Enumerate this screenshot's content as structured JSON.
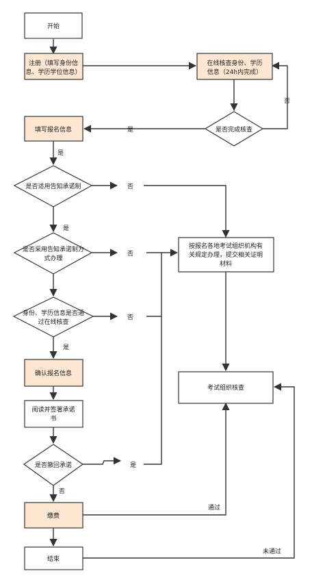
{
  "colors": {
    "highlight_fill": "#fde6d2",
    "plain_fill": "#ffffff",
    "stroke": "#333333"
  },
  "nodes": {
    "start": {
      "label": "开始",
      "highlight": false
    },
    "register": {
      "lines": [
        "注册（填写身份信",
        "息、学历学位信息）"
      ],
      "highlight": true
    },
    "online_check": {
      "lines": [
        "在线核查身份、学历",
        "信息（24h内完成）"
      ],
      "highlight": true
    },
    "check_done": {
      "label": "是否完成核查"
    },
    "fill_info": {
      "label": "填写报名信息",
      "highlight": true
    },
    "applicable": {
      "label": "是否适用告知承诺制"
    },
    "adopt": {
      "lines": [
        "是否采用告知承诺制方",
        "式办理"
      ]
    },
    "id_pass": {
      "lines": [
        "身份、学历信息是否通",
        "过在线核查"
      ]
    },
    "submit_docs": {
      "lines": [
        "按报名各地考试组织机构有",
        "关规定办理，提交相关证明",
        "材料"
      ]
    },
    "confirm": {
      "label": "确认报名信息",
      "highlight": true
    },
    "read_sign": {
      "lines": [
        "阅读并签署承诺",
        "书"
      ]
    },
    "exam_review": {
      "label": "考试组织核查"
    },
    "withdraw": {
      "label": "是否撤回承诺"
    },
    "pay": {
      "label": "缴费",
      "highlight": true
    },
    "end": {
      "label": "结束"
    }
  },
  "edge_labels": {
    "check_done_no": "否",
    "check_done_yes": "是",
    "fill_yes": "是",
    "applicable_no": "否",
    "applicable_yes": "是",
    "adopt_no": "否",
    "id_pass_no": "否",
    "id_pass_yes": "是",
    "withdraw_yes": "是",
    "withdraw_no": "否",
    "pass": "通过",
    "fail": "未通过"
  }
}
